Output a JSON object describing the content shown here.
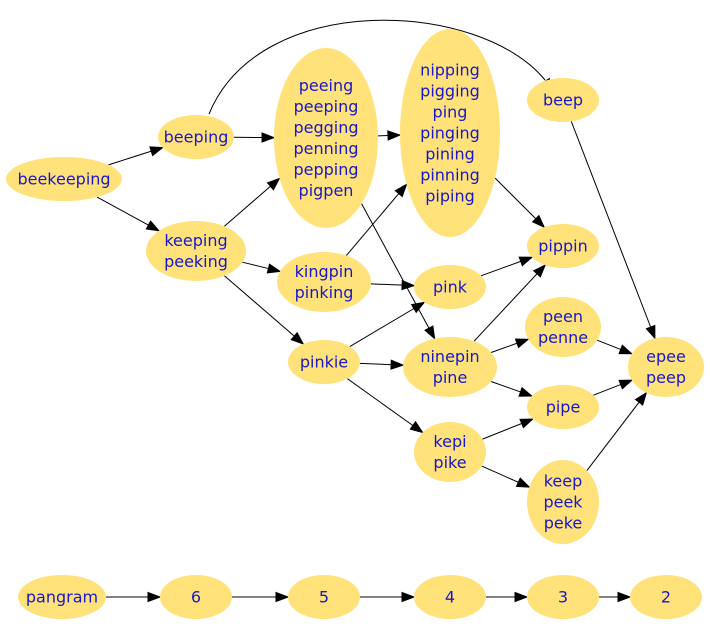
{
  "diagram": {
    "nodes": [
      {
        "id": "beekeeping",
        "lines": [
          "beekeeping"
        ]
      },
      {
        "id": "beeping",
        "lines": [
          "beeping"
        ]
      },
      {
        "id": "keeping",
        "lines": [
          "keeping",
          "peeking"
        ]
      },
      {
        "id": "peeing",
        "lines": [
          "peeing",
          "peeping",
          "pegging",
          "penning",
          "pepping",
          "pigpen"
        ]
      },
      {
        "id": "kingpin",
        "lines": [
          "kingpin",
          "pinking"
        ]
      },
      {
        "id": "pinkie",
        "lines": [
          "pinkie"
        ]
      },
      {
        "id": "nipping",
        "lines": [
          "nipping",
          "pigging",
          "ping",
          "pinging",
          "pining",
          "pinning",
          "piping"
        ]
      },
      {
        "id": "pink",
        "lines": [
          "pink"
        ]
      },
      {
        "id": "ninepin",
        "lines": [
          "ninepin",
          "pine"
        ]
      },
      {
        "id": "kepi",
        "lines": [
          "kepi",
          "pike"
        ]
      },
      {
        "id": "beep",
        "lines": [
          "beep"
        ]
      },
      {
        "id": "pippin",
        "lines": [
          "pippin"
        ]
      },
      {
        "id": "peen",
        "lines": [
          "peen",
          "penne"
        ]
      },
      {
        "id": "pipe",
        "lines": [
          "pipe"
        ]
      },
      {
        "id": "keep",
        "lines": [
          "keep",
          "peek",
          "peke"
        ]
      },
      {
        "id": "epee",
        "lines": [
          "epee",
          "peep"
        ]
      },
      {
        "id": "pangram",
        "lines": [
          "pangram"
        ]
      },
      {
        "id": "six",
        "lines": [
          "6"
        ]
      },
      {
        "id": "five",
        "lines": [
          "5"
        ]
      },
      {
        "id": "four",
        "lines": [
          "4"
        ]
      },
      {
        "id": "three",
        "lines": [
          "3"
        ]
      },
      {
        "id": "two",
        "lines": [
          "2"
        ]
      }
    ],
    "edges": [
      {
        "from": "beekeeping",
        "to": "beeping"
      },
      {
        "from": "beekeeping",
        "to": "keeping"
      },
      {
        "from": "beeping",
        "to": "peeing"
      },
      {
        "from": "beeping",
        "to": "beep"
      },
      {
        "from": "keeping",
        "to": "peeing"
      },
      {
        "from": "keeping",
        "to": "kingpin"
      },
      {
        "from": "keeping",
        "to": "pinkie"
      },
      {
        "from": "peeing",
        "to": "nipping"
      },
      {
        "from": "peeing",
        "to": "ninepin"
      },
      {
        "from": "kingpin",
        "to": "nipping"
      },
      {
        "from": "kingpin",
        "to": "pink"
      },
      {
        "from": "pinkie",
        "to": "pink"
      },
      {
        "from": "pinkie",
        "to": "ninepin"
      },
      {
        "from": "pinkie",
        "to": "kepi"
      },
      {
        "from": "nipping",
        "to": "pippin"
      },
      {
        "from": "pink",
        "to": "pippin"
      },
      {
        "from": "ninepin",
        "to": "pippin"
      },
      {
        "from": "ninepin",
        "to": "peen"
      },
      {
        "from": "ninepin",
        "to": "pipe"
      },
      {
        "from": "kepi",
        "to": "pipe"
      },
      {
        "from": "kepi",
        "to": "keep"
      },
      {
        "from": "beep",
        "to": "epee"
      },
      {
        "from": "peen",
        "to": "epee"
      },
      {
        "from": "pipe",
        "to": "epee"
      },
      {
        "from": "keep",
        "to": "epee"
      },
      {
        "from": "pangram",
        "to": "six"
      },
      {
        "from": "six",
        "to": "five"
      },
      {
        "from": "five",
        "to": "four"
      },
      {
        "from": "four",
        "to": "three"
      },
      {
        "from": "three",
        "to": "two"
      }
    ]
  }
}
